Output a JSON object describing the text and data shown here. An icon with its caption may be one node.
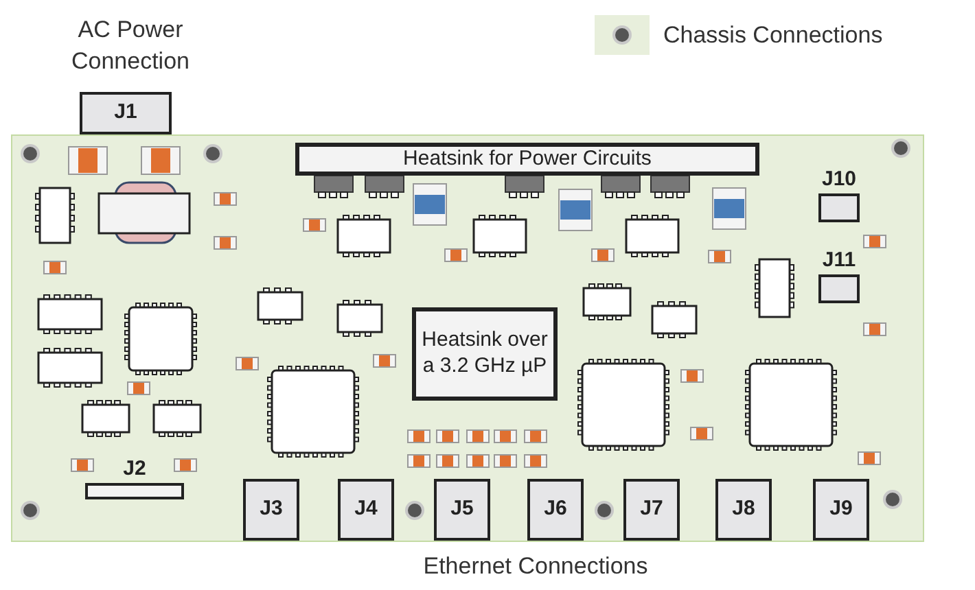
{
  "diagram": {
    "nodes": [
      {
        "text": [
          "J1"
        ]
      },
      {
        "text": [
          "Heatsink for Power Circuits"
        ]
      },
      {
        "text": [
          "J10"
        ]
      },
      {
        "text": [
          "J11"
        ]
      },
      {
        "text": [
          "Heatsink over a 3.2 GHz µP"
        ]
      },
      {
        "text": [
          "J2"
        ]
      },
      {
        "text": [
          "J3"
        ]
      },
      {
        "text": [
          "J4"
        ]
      },
      {
        "text": [
          "J5"
        ]
      },
      {
        "text": [
          "J6"
        ]
      },
      {
        "text": [
          "J7"
        ]
      },
      {
        "text": [
          "J8"
        ]
      },
      {
        "text": [
          "J9"
        ]
      }
    ],
    "labels": [
      "AC Power Connection",
      "Ethernet Connections"
    ],
    "legend": [
      {
        "text": "Chassis Connections"
      }
    ]
  }
}
